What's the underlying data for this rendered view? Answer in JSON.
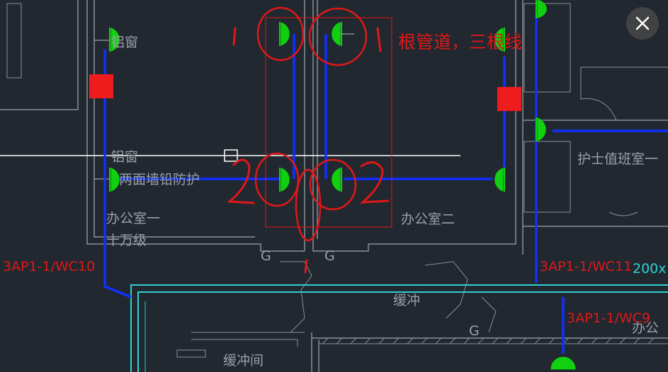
{
  "overlay": {
    "close_icon": "close-icon"
  },
  "drawing": {
    "rooms": {
      "window_top": "铝窗",
      "window_mid": "铝窗",
      "wall_lead_protection": "两面墙铅防护",
      "office_one": "办公室一",
      "office_one_level": "十万级",
      "office_two": "办公室二",
      "nurse_station": "护士值班室一",
      "buffer": "缓冲",
      "buffer_room": "缓冲间",
      "office_partial": "办公"
    },
    "door_marks": [
      "G",
      "G",
      "G"
    ],
    "circuits": {
      "left": "3AP1-1/WC10",
      "right": "3AP1-1/WC11",
      "lower_right": "3AP1-1/WC9",
      "dimension": "200x"
    }
  },
  "annotations": {
    "mark_1_left": "1",
    "mark_1_right": "1",
    "note": "根管道，三根线",
    "mark_2_left": "2",
    "mark_2_right": "2",
    "mark_1_bottom": "1"
  },
  "colors": {
    "background": "#212830",
    "wall": "#8a8f96",
    "conduit": "#1030ff",
    "fixture": "#10d010",
    "annotation_red": "#e01818",
    "duct_cyan": "#30d0d0",
    "label_gray": "#9aa0a6"
  }
}
